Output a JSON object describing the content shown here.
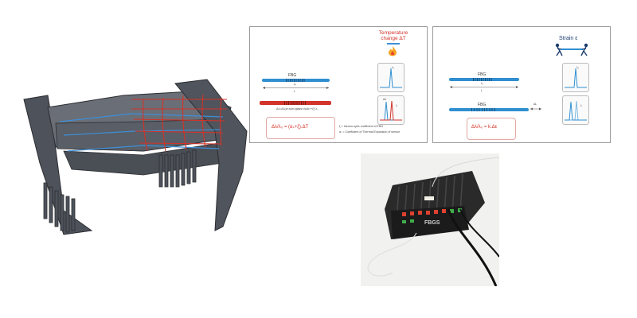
{
  "temperature_panel": {
    "title_line1": "Temperature",
    "title_line2": "change ΔT",
    "fbg_label": "FBG",
    "lambda0_label": "λ₀",
    "length_label": "L",
    "shift_formula": "Δλ=Δλ(α<sub>glass</sub>+ξ)·λ₀",
    "peak_label_top": "λ₀",
    "peak_label_bottom_a": "Δλ",
    "peak_label_bottom_b": "λ",
    "main_formula": "Δλ/λ₀ = (αₛ+ξ).ΔT",
    "note_line1": "ξ = thermo-optic coefficient of FBG",
    "note_line2": "αₛ = Coefficient of Thermal Expansion of sensor"
  },
  "strain_panel": {
    "title": "Strain ε",
    "fbg_top_label": "FBG",
    "lambda0_label": "λ₀",
    "length_label": "L",
    "fbg_bottom_label": "FBG",
    "delta_l_label": "ΔL",
    "peak_label_top": "λ₀",
    "peak_label_bottom": "λ",
    "main_formula": "Δλ/λ₀ = k.Δε"
  },
  "device": {
    "brand_text": "FBGS"
  },
  "colors": {
    "fiber_blue": "#2f8fd0",
    "fiber_red": "#d2332a",
    "cad_gray": "#5a5e66"
  }
}
